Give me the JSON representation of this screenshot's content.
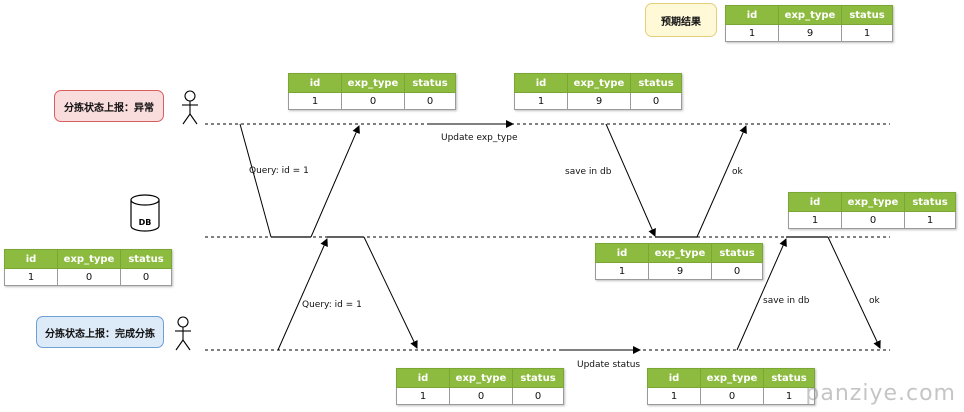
{
  "columns": [
    "id",
    "exp_type",
    "status"
  ],
  "expected": {
    "label": "预期结果",
    "row": [
      "1",
      "9",
      "1"
    ]
  },
  "actors": {
    "exception": "分拣状态上报：异常",
    "complete": "分拣状态上报：完成分拣"
  },
  "db_label": "DB",
  "tables": {
    "db_initial": [
      "1",
      "0",
      "0"
    ],
    "exc_read": [
      "1",
      "0",
      "0"
    ],
    "exc_modified": [
      "1",
      "9",
      "0"
    ],
    "db_after_exc": [
      "1",
      "9",
      "0"
    ],
    "comp_read": [
      "1",
      "0",
      "0"
    ],
    "comp_modified": [
      "1",
      "0",
      "1"
    ],
    "db_final": [
      "1",
      "0",
      "1"
    ]
  },
  "flow_labels": {
    "query_top": "Query: id = 1",
    "update_exp_type": "Update exp_type",
    "save_top": "save in db",
    "ok_top": "ok",
    "query_bottom": "Query: id = 1",
    "update_status": "Update status",
    "save_bottom": "save in db",
    "ok_bottom": "ok"
  },
  "colors": {
    "header_green": "#8dbb3f",
    "note_red_fill": "#f9dcdc",
    "note_red_border": "#d75f5f",
    "note_blue_fill": "#ddeaf8",
    "note_blue_border": "#6e9fd6",
    "note_yellow_fill": "#fff9d8",
    "note_yellow_border": "#e3cf7b"
  },
  "watermark": "panziye.com"
}
